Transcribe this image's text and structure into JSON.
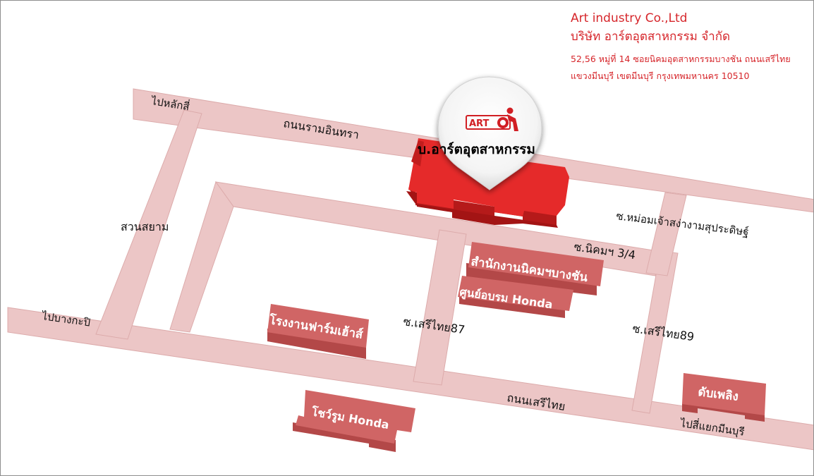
{
  "company": {
    "name_en": "Art industry Co.,Ltd",
    "name_th": "บริษัท อาร์ตอุตสาหกรรม จำกัด",
    "address_line1": "52,56 หมู่ที่ 14 ซอยนิคมอุตสาหกรรมบางชัน ถนนเสรีไทย",
    "address_line2": "แขวงมีนบุรี เขตมีนบุรี กรุงเทพมหานคร 10510"
  },
  "roads": {
    "to_lak_si": "ไปหลักสี่",
    "ram_inthra": "ถนนรามอินทรา",
    "suan_siam": "สวนสยาม",
    "to_bang_kapi": "ไปบางกะปิ",
    "soi_mom_chao": "ซ.หม่อมเจ้าสง่างามสุประดิษฐ์",
    "soi_nikhom": "ซ.นิคมฯ 3/4",
    "soi_seri_thai_87": "ซ.เสรีไทย87",
    "soi_seri_thai_89": "ซ.เสรีไทย89",
    "seri_thai": "ถนนเสรีไทย",
    "to_minburi": "ไปสี่แยกมีนบุรี"
  },
  "buildings": {
    "art_factory": "บ.อาร์ตอุตสาหกรรม",
    "estate_office": "สำนักงานนิคมฯบางชัน",
    "honda_training": "ศูนย์อบรม Honda",
    "farm_factory": "โรงงานฟาร์มเฮ้าส์",
    "fire_station": "ดับเพลิง",
    "honda_showroom": "โชว์รูม Honda"
  },
  "logo": {
    "text": "ART"
  },
  "colors": {
    "road_fill": "#ecc6c6",
    "road_edge": "#d9a8a8",
    "building_face": "#d06565",
    "building_side": "#b34848",
    "factory_face": "#e52a2a",
    "factory_side": "#b51a1a",
    "accent_text": "#d6262b"
  },
  "icons": {
    "pin": "map-pin-icon",
    "logo": "art-logo-icon"
  }
}
